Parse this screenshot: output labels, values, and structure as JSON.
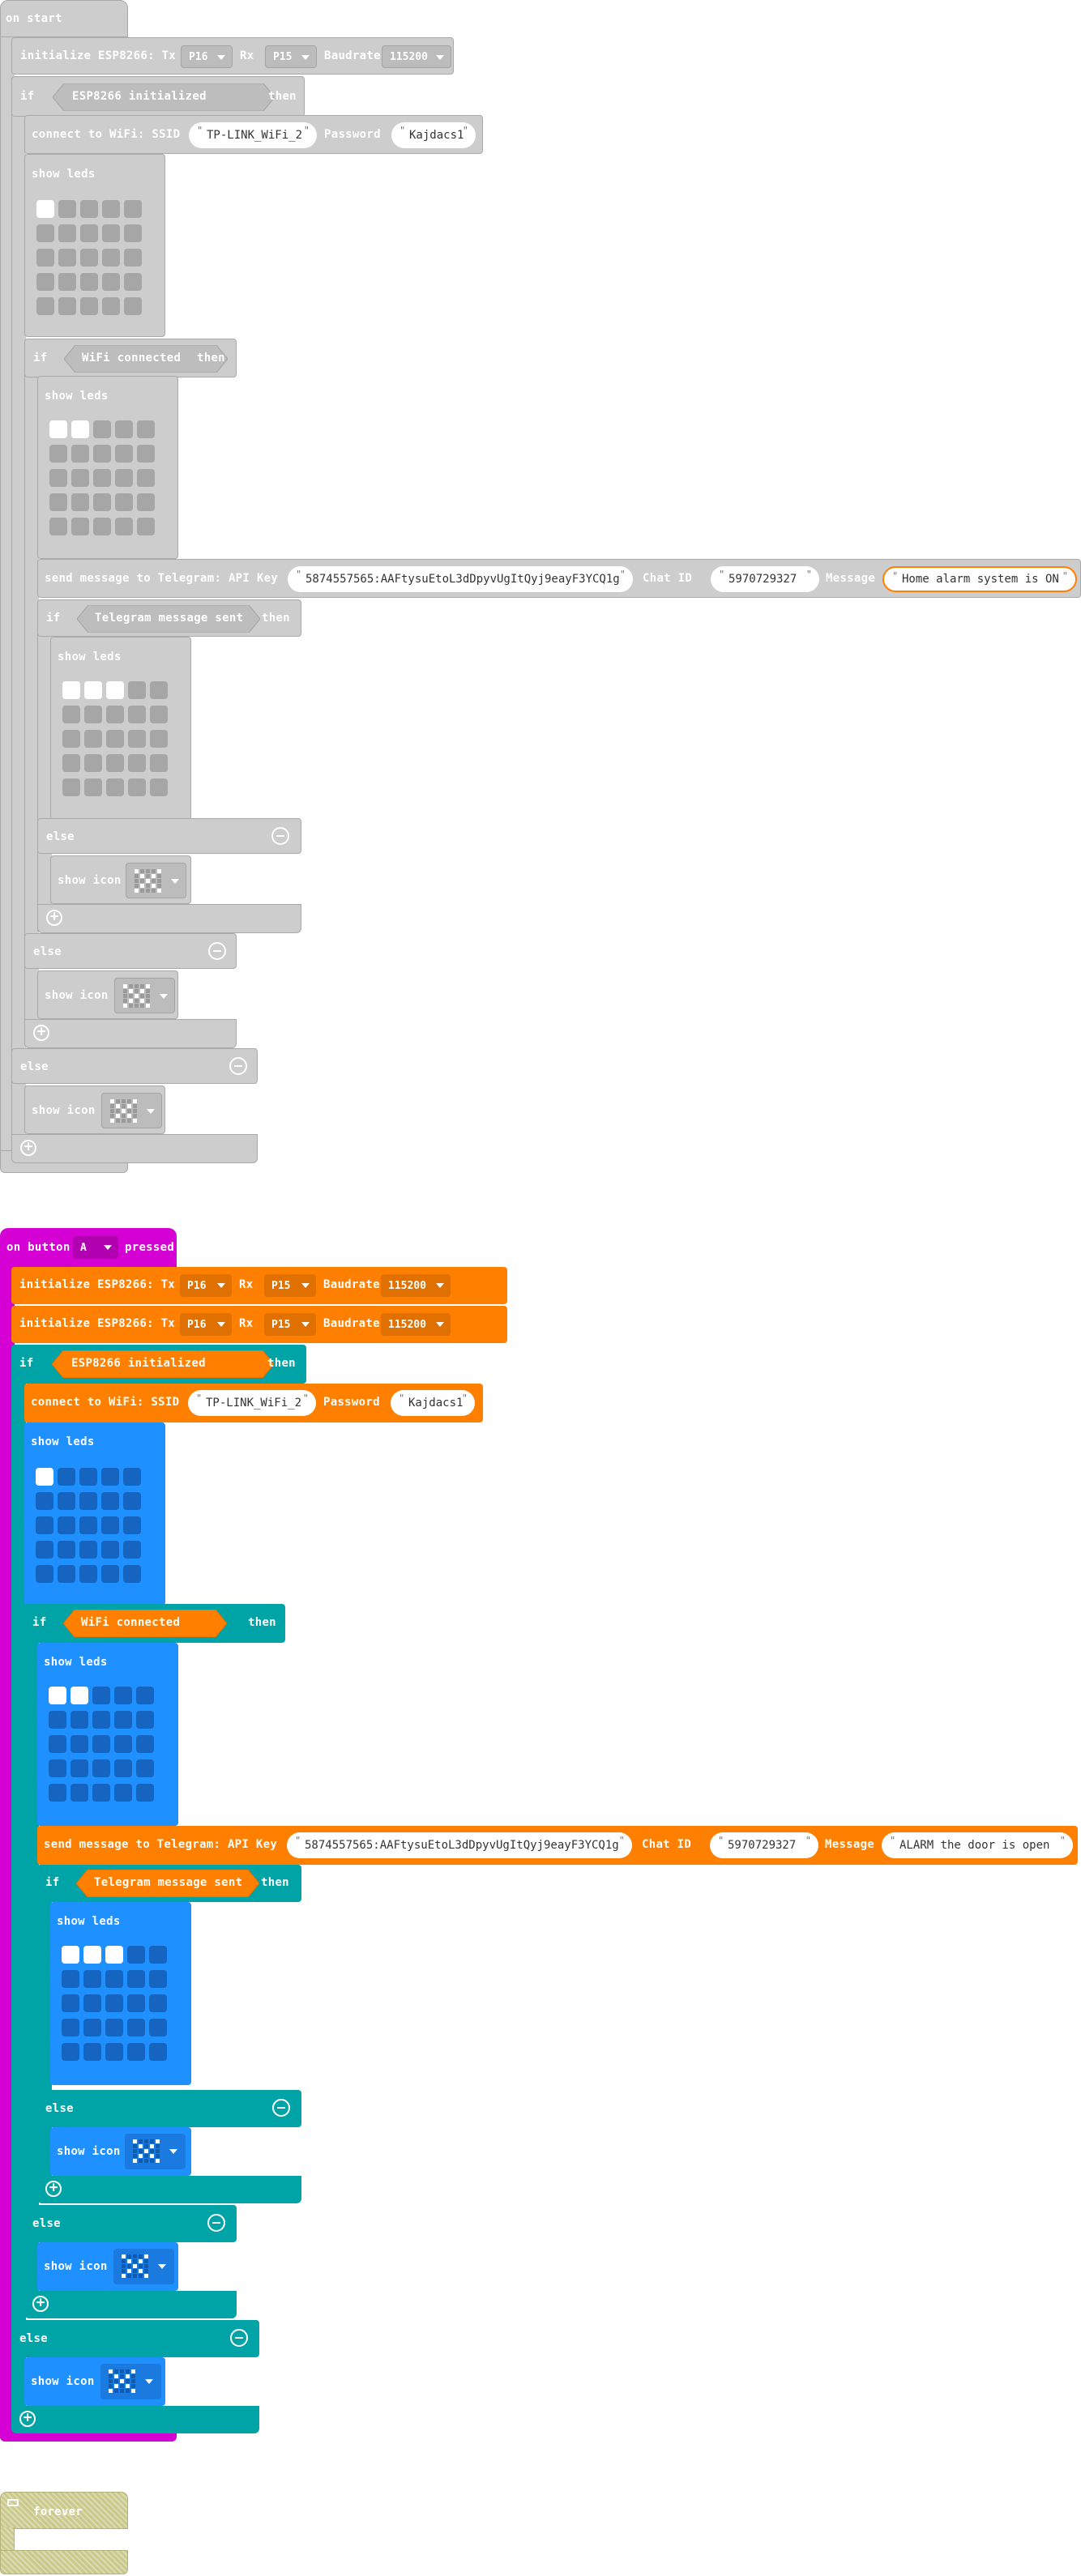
{
  "on_start": {
    "hat_label": "on start",
    "init1": {
      "label": "initialize ESP8266: Tx",
      "tx": "P16",
      "rx_label": "Rx",
      "rx": "P15",
      "baud_label": "Baudrate",
      "baud": "115200"
    },
    "if_label": "if",
    "then_label": "then",
    "else_label": "else",
    "cond_init": "ESP8266 initialized",
    "connect": {
      "label": "connect to WiFi: SSID",
      "ssid": "TP-LINK_WiFi_2",
      "pw_label": "Password",
      "pw": "Kajdacs1"
    },
    "show_leds": "show leds",
    "cond_wifi": "WiFi connected",
    "send": {
      "label": "send message to Telegram: API Key",
      "key": "5874557565:AAFtysuEtoL3dDpyvUgItQyj9eayF3YCQ1g",
      "chat_label": "Chat ID",
      "chat": "5970729327",
      "msg_label": "Message",
      "msg": "Home alarm system is ON"
    },
    "cond_sent": "Telegram message sent",
    "show_icon": "show icon"
  },
  "on_button": {
    "hat_prefix": "on button",
    "button": "A",
    "hat_suffix": "pressed",
    "init1": {
      "label": "initialize ESP8266: Tx",
      "tx": "P16",
      "rx_label": "Rx",
      "rx": "P15",
      "baud_label": "Baudrate",
      "baud": "115200"
    },
    "init2": {
      "label": "initialize ESP8266: Tx",
      "tx": "P16",
      "rx_label": "Rx",
      "rx": "P15",
      "baud_label": "Baudrate",
      "baud": "115200"
    },
    "if_label": "if",
    "then_label": "then",
    "else_label": "else",
    "cond_init": "ESP8266 initialized",
    "connect": {
      "label": "connect to WiFi: SSID",
      "ssid": "TP-LINK_WiFi_2",
      "pw_label": "Password",
      "pw": "Kajdacs1"
    },
    "show_leds": "show leds",
    "cond_wifi": "WiFi connected",
    "send": {
      "label": "send message to Telegram: API Key",
      "key": "5874557565:AAFtysuEtoL3dDpyvUgItQyj9eayF3YCQ1g",
      "chat_label": "Chat ID",
      "chat": "5970729327",
      "msg_label": "Message",
      "msg": "ALARM the door is open"
    },
    "cond_sent": "Telegram message sent",
    "show_icon": "show icon"
  },
  "forever": {
    "label": "forever"
  },
  "leds": {
    "one": [
      [
        1,
        0,
        0,
        0,
        0
      ],
      [
        0,
        0,
        0,
        0,
        0
      ],
      [
        0,
        0,
        0,
        0,
        0
      ],
      [
        0,
        0,
        0,
        0,
        0
      ],
      [
        0,
        0,
        0,
        0,
        0
      ]
    ],
    "two": [
      [
        1,
        1,
        0,
        0,
        0
      ],
      [
        0,
        0,
        0,
        0,
        0
      ],
      [
        0,
        0,
        0,
        0,
        0
      ],
      [
        0,
        0,
        0,
        0,
        0
      ],
      [
        0,
        0,
        0,
        0,
        0
      ]
    ],
    "three": [
      [
        1,
        1,
        1,
        0,
        0
      ],
      [
        0,
        0,
        0,
        0,
        0
      ],
      [
        0,
        0,
        0,
        0,
        0
      ],
      [
        0,
        0,
        0,
        0,
        0
      ],
      [
        0,
        0,
        0,
        0,
        0
      ]
    ]
  },
  "icon_x": [
    [
      1,
      0,
      0,
      0,
      1
    ],
    [
      0,
      1,
      0,
      1,
      0
    ],
    [
      0,
      0,
      1,
      0,
      0
    ],
    [
      0,
      1,
      0,
      1,
      0
    ],
    [
      1,
      0,
      0,
      0,
      1
    ]
  ],
  "colors": {
    "disabled": "#cdcdcd",
    "input": "#d400d4",
    "esp8266": "#ff8000",
    "logic": "#00a4a6",
    "basic": "#1e90ff",
    "forever_hatch": "#c9c98c"
  },
  "icons": [
    "dropdown-arrow-icon",
    "plus-icon",
    "minus-icon",
    "led-matrix-icon",
    "hat-icon"
  ]
}
